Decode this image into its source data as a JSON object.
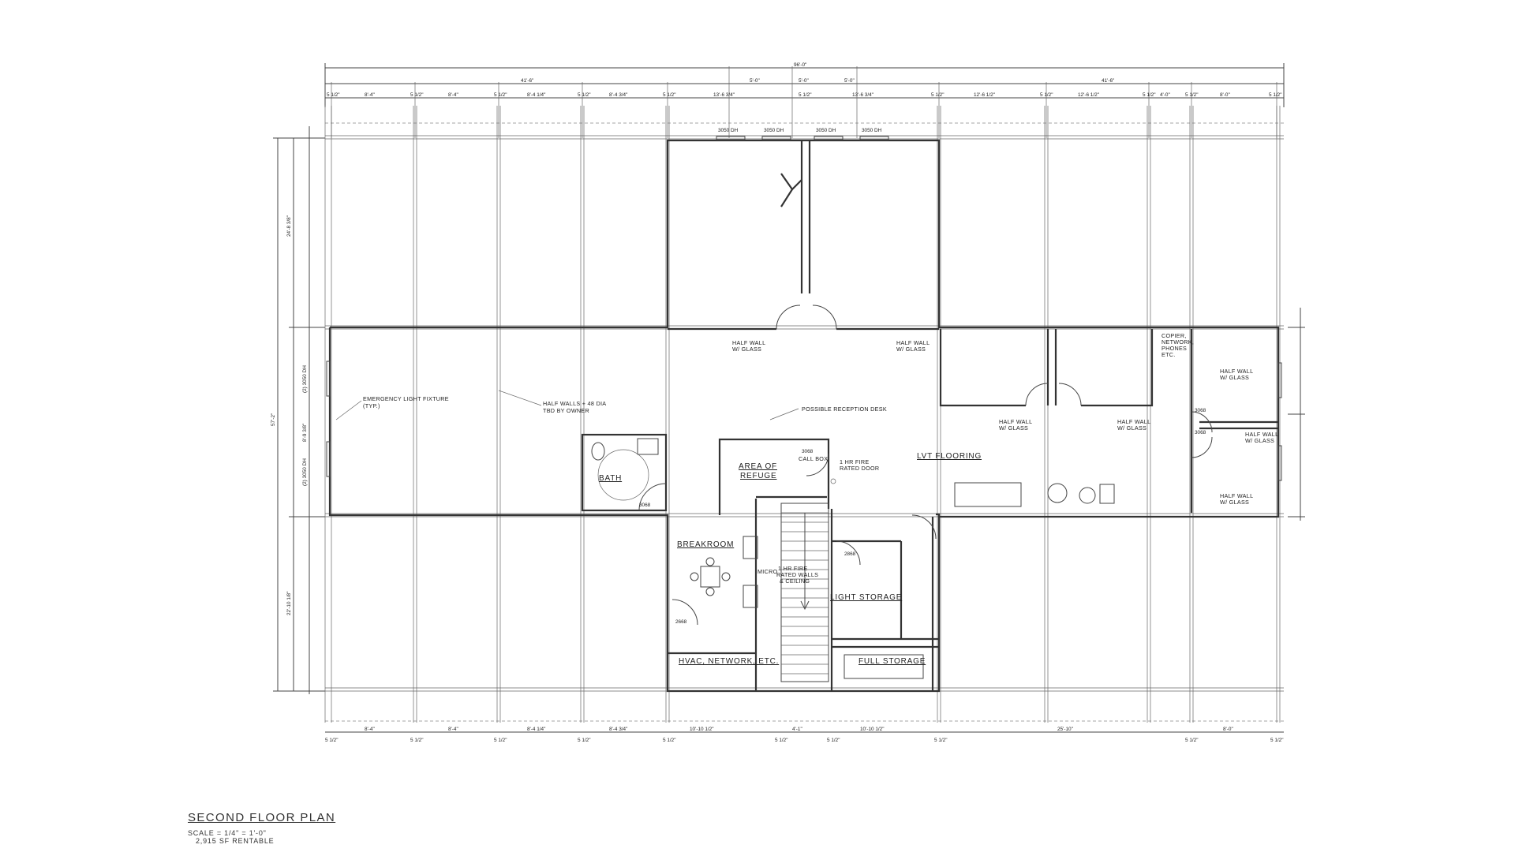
{
  "title_block": {
    "title": "SECOND FLOOR PLAN",
    "scale": "SCALE = 1/4\" = 1'-0\"",
    "area": "2,915 SF RENTABLE"
  },
  "rooms": {
    "bath": "BATH",
    "area_of_refuge_1": "AREA OF",
    "area_of_refuge_2": "REFUGE",
    "breakroom": "BREAKROOM",
    "light_storage": "LIGHT STORAGE",
    "full_storage": "FULL STORAGE",
    "hvac": "HVAC, NETWORK, ETC.",
    "lvt": "LVT FLOORING"
  },
  "notes": {
    "emergency_light_1": "EMERGENCY LIGHT FIXTURE",
    "emergency_light_2": "(TYP.)",
    "half_walls_1": "HALF WALLS + 48 DIA",
    "half_walls_2": "TBD BY OWNER",
    "reception": "POSSIBLE RECEPTION DESK",
    "call_box": "CALL BOX",
    "fire_door_1": "1 HR FIRE",
    "fire_door_2": "RATED DOOR",
    "rated_walls_1": "1 HR FIRE",
    "rated_walls_2": "RATED WALLS",
    "rated_walls_3": "& CEILING",
    "copier_1": "COPIER,",
    "copier_2": "NETWORK,",
    "copier_3": "PHONES",
    "copier_4": "ETC.",
    "half_wall": "HALF WALL",
    "w_glass": "W/ GLASS",
    "micro": "MICRO"
  },
  "doors": {
    "window_3050": "3050 DH",
    "door_3068": "3068",
    "door_3068_alt": "3068",
    "door_2868": "2868",
    "door_3068b": "3068",
    "door_2668": "2668",
    "window_left": "(2) 3050 DH"
  },
  "dimensions": {
    "overall_width": "96'-0\"",
    "half_left": "41'-6\"",
    "half_right": "41'-6\"",
    "top_mid": [
      "5'-0\"",
      "5'-0\"",
      "5'-0\""
    ],
    "top_row": [
      "5 1/2\"",
      "8'-4\"",
      "5 1/2\"",
      "8'-4\"",
      "5 1/2\"",
      "8'-4 1/4\"",
      "5 1/2\"",
      "8'-4 3/4\"",
      "5 1/2\"",
      "13'-6 3/4\"",
      "5 1/2\"",
      "13'-6 3/4\"",
      "5 1/2\"",
      "12'-6 1/2\"",
      "5 1/2\"",
      "12'-6 1/2\"",
      "5 1/2\"",
      "4'-0\"",
      "5 1/2\"",
      "8'-0\"",
      "5 1/2\""
    ],
    "bottom_row": [
      "5 1/2\"",
      "8'-4\"",
      "5 1/2\"",
      "8'-4\"",
      "5 1/2\"",
      "8'-4 1/4\"",
      "5 1/2\"",
      "8'-4 3/4\"",
      "5 1/2\"",
      "10'-10 1/2\"",
      "5 1/2\"",
      "4'-1\"",
      "5 1/2\"",
      "10'-10 1/2\"",
      "5 1/2\"",
      "25'-10\"",
      "5 1/2\"",
      "8'-0\"",
      "5 1/2\""
    ],
    "left_overall": "57'-2\"",
    "left_upper": "24'-8 3/8\"",
    "left_lower": "22'-10 1/8\"",
    "left_mid": "8'-9 3/8\""
  }
}
